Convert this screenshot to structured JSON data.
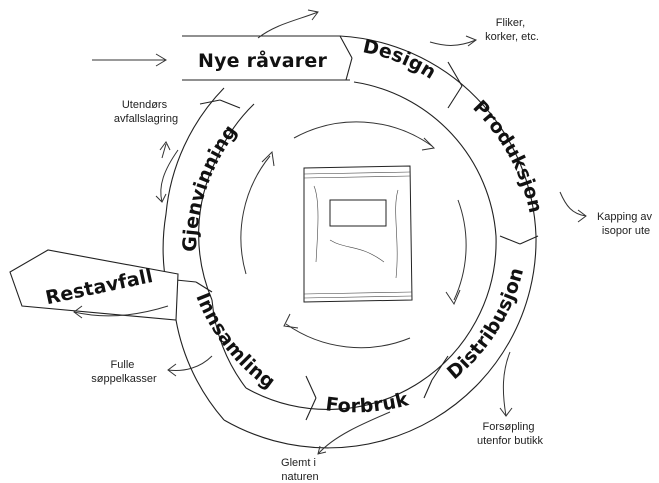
{
  "stages": {
    "new_materials": "Nye råvarer",
    "design": "Design",
    "production": "Produksjon",
    "distribution": "Distribusjon",
    "consumption": "Forbruk",
    "collection": "Innsamling",
    "recycling": "Gjenvinning",
    "residual": "Restavfall"
  },
  "leaks": {
    "flakes": [
      "Fliker,",
      "korker, etc."
    ],
    "cutting": [
      "Kapping av",
      "isopor ute"
    ],
    "littering_store": [
      "Forsøpling",
      "utenfor butikk"
    ],
    "forgotten": [
      "Glemt i",
      "naturen"
    ],
    "full_bins": [
      "Fulle",
      "søppelkasser"
    ],
    "outdoor_storage": [
      "Utendørs",
      "avfallslagring"
    ]
  },
  "colors": {
    "ink": "#111111",
    "background": "#ffffff"
  }
}
